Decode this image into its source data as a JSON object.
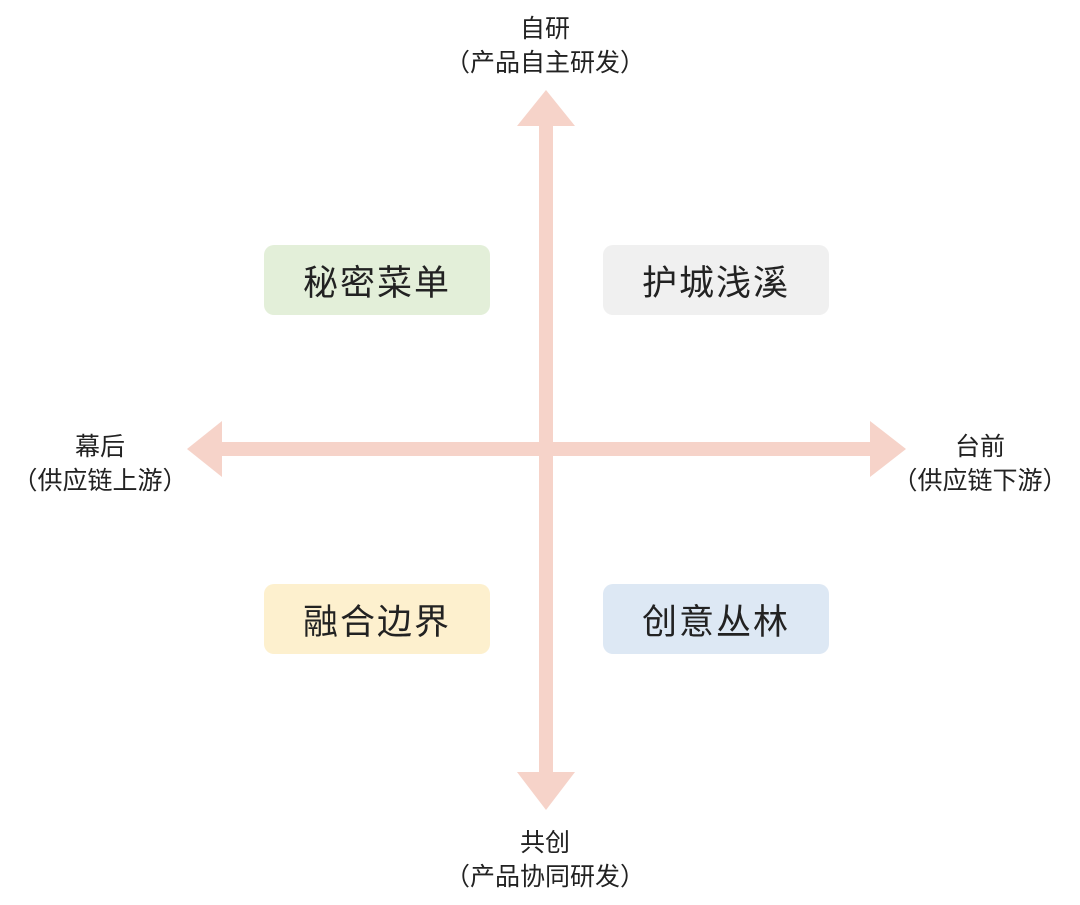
{
  "axes": {
    "top": {
      "title": "自研",
      "subtitle": "（产品自主研发）"
    },
    "bottom": {
      "title": "共创",
      "subtitle": "（产品协同研发）"
    },
    "left": {
      "title": "幕后",
      "subtitle": "（供应链上游）"
    },
    "right": {
      "title": "台前",
      "subtitle": "（供应链下游）"
    },
    "arrow_color": "#f6d3c9"
  },
  "quadrants": {
    "top_left": {
      "label": "秘密菜单",
      "color": "#e3efd9"
    },
    "top_right": {
      "label": "护城浅溪",
      "color": "#f0f0f0"
    },
    "bottom_left": {
      "label": "融合边界",
      "color": "#fdf0ce"
    },
    "bottom_right": {
      "label": "创意丛林",
      "color": "#dde8f4"
    }
  }
}
